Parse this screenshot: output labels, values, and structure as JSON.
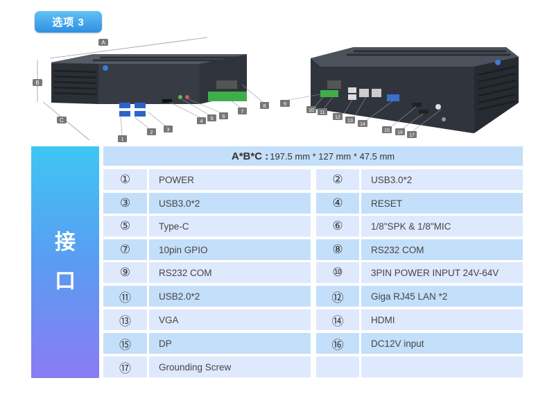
{
  "option_tag": "选项 3",
  "side_title": [
    "接",
    "口"
  ],
  "dims": {
    "label": "A*B*C :",
    "value": "197.5 mm  * 127 mm * 47.5 mm"
  },
  "photo_callouts": {
    "dimension_letters": [
      "A",
      "B",
      "C"
    ],
    "left_numbers": [
      "1",
      "2",
      "3",
      "4",
      "5",
      "6",
      "7",
      "8"
    ],
    "right_numbers": [
      "9",
      "10",
      "11",
      "12",
      "13",
      "14",
      "15",
      "16",
      "17"
    ]
  },
  "rows": [
    {
      "left": {
        "num": "①",
        "label": "POWER"
      },
      "right": {
        "num": "②",
        "label": "USB3.0*2"
      }
    },
    {
      "left": {
        "num": "③",
        "label": "USB3.0*2"
      },
      "right": {
        "num": "④",
        "label": "RESET"
      }
    },
    {
      "left": {
        "num": "⑤",
        "label": "Type-C"
      },
      "right": {
        "num": "⑥",
        "label": "1/8\"SPK & 1/8\"MIC"
      }
    },
    {
      "left": {
        "num": "⑦",
        "label": "10pin GPIO"
      },
      "right": {
        "num": "⑧",
        "label": "RS232 COM"
      }
    },
    {
      "left": {
        "num": "⑨",
        "label": "RS232 COM"
      },
      "right": {
        "num": "⑩",
        "label": "3PIN POWER INPUT 24V-64V"
      }
    },
    {
      "left": {
        "num": "⑪",
        "label": "USB2.0*2"
      },
      "right": {
        "num": "⑫",
        "label": "Giga RJ45 LAN *2"
      }
    },
    {
      "left": {
        "num": "⑬",
        "label": "VGA"
      },
      "right": {
        "num": "⑭",
        "label": "HDMI"
      }
    },
    {
      "left": {
        "num": "⑮",
        "label": "DP"
      },
      "right": {
        "num": "⑯",
        "label": "DC12V input"
      }
    },
    {
      "left": {
        "num": "⑰",
        "label": "Grounding Screw"
      },
      "right": {
        "num": "",
        "label": ""
      }
    }
  ]
}
